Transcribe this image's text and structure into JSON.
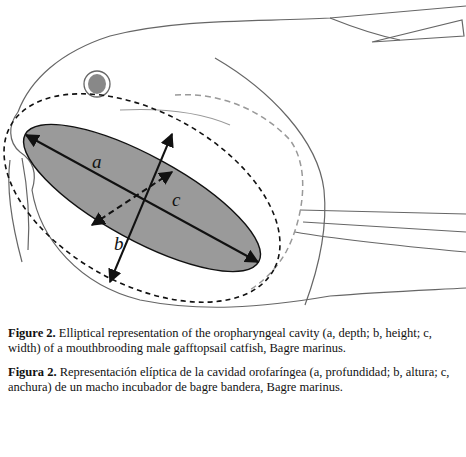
{
  "diagram": {
    "labels": [
      "a",
      "b",
      "c",
      "Figure 2.",
      "Elliptical representation of the oropharyngeal cavity (a, depth; b, height; c, width) of a mouthbrooding male gafftopsail catfish, Bagre marinus.",
      "Figura 2.",
      "Representación elíptica de la cavidad orofaríngea (a, profundidad; b, altura; c, anchura) de un macho incubador de bagre bandera, Bagre marinus."
    ]
  }
}
